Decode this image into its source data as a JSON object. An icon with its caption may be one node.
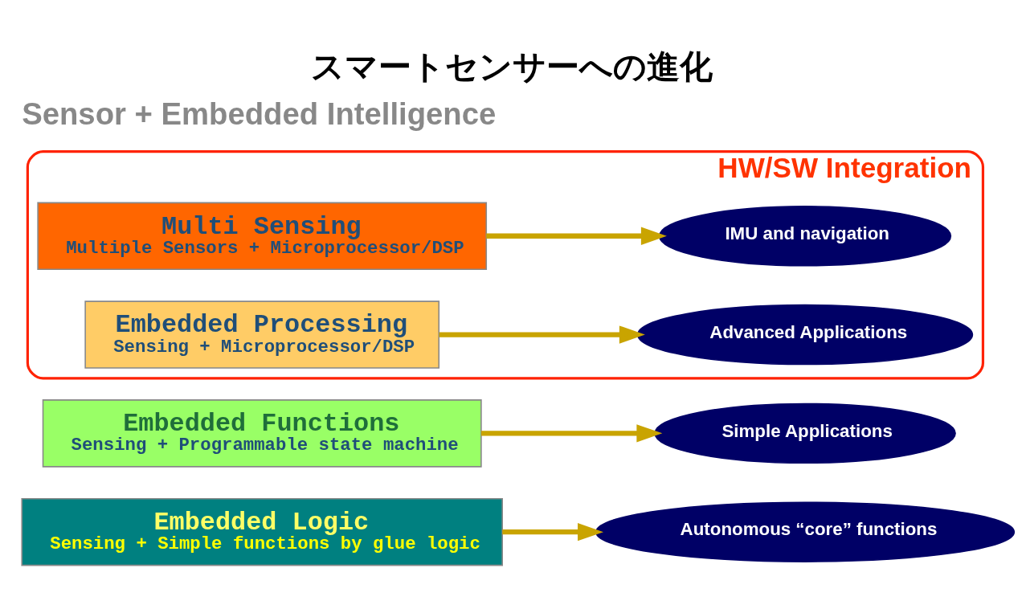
{
  "diagram": {
    "title": "スマートセンサーへの進化",
    "nodes": [
      {
        "text": [
          "HW/SW Integration"
        ]
      },
      {
        "text": [
          "Multi Sensing",
          "Multiple Sensors + Microprocessor/DSP"
        ],
        "in": 0
      },
      {
        "text": [
          "IMU and navigation"
        ],
        "in": 0
      },
      {
        "text": [
          "Embedded Processing",
          "Sensing + Microprocessor/DSP"
        ],
        "in": 0
      },
      {
        "text": [
          "Advanced Applications"
        ],
        "in": 0
      },
      {
        "text": [
          "Embedded Functions",
          "Sensing + Programmable state machine"
        ]
      },
      {
        "text": [
          "Simple Applications"
        ]
      },
      {
        "text": [
          "Embedded Logic",
          "Sensing + Simple functions by glue logic"
        ]
      },
      {
        "text": [
          "Autonomous “core” functions"
        ]
      }
    ],
    "edges": [
      {
        "from": 1,
        "to": 2,
        "arrow": "to"
      },
      {
        "from": 3,
        "to": 4,
        "arrow": "to"
      },
      {
        "from": 5,
        "to": 6,
        "arrow": "to"
      },
      {
        "from": 7,
        "to": 8,
        "arrow": "to"
      }
    ],
    "labels": [
      "Sensor + Embedded Intelligence"
    ]
  }
}
